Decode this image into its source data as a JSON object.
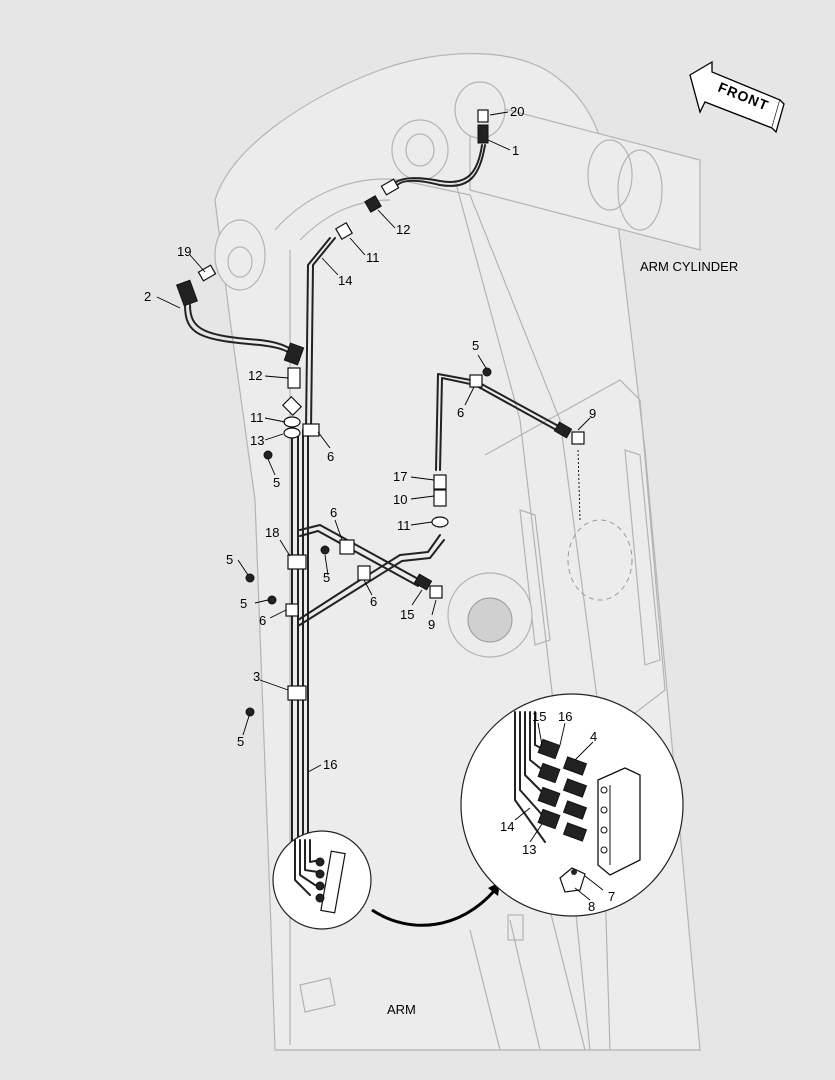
{
  "labels": {
    "front": "FRONT",
    "arm_cylinder": "ARM CYLINDER",
    "arm": "ARM"
  },
  "callouts": {
    "c1": "1",
    "c2": "2",
    "c3": "3",
    "c4": "4",
    "c5a": "5",
    "c5b": "5",
    "c5c": "5",
    "c5d": "5",
    "c5e": "5",
    "c5f": "5",
    "c6a": "6",
    "c6b": "6",
    "c6c": "6",
    "c6d": "6",
    "c6e": "6",
    "c7": "7",
    "c8": "8",
    "c9a": "9",
    "c9b": "9",
    "c10": "10",
    "c11a": "11",
    "c11b": "11",
    "c11c": "11",
    "c12a": "12",
    "c12b": "12",
    "c13a": "13",
    "c13b": "13",
    "c14a": "14",
    "c14b": "14",
    "c15a": "15",
    "c15b": "15",
    "c16a": "16",
    "c16b": "16",
    "c17": "17",
    "c18": "18",
    "c19": "19",
    "c20": "20"
  }
}
